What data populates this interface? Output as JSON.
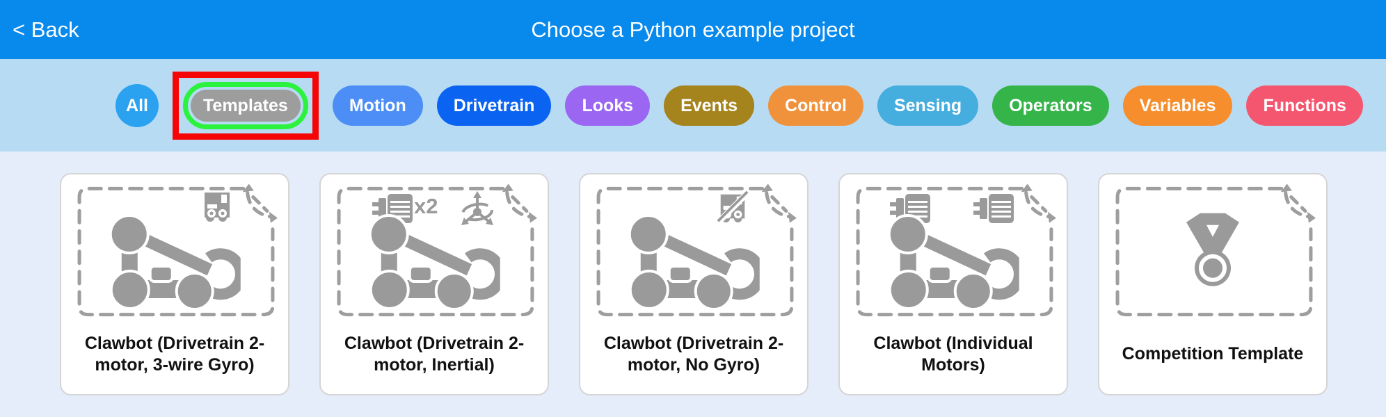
{
  "header": {
    "bg": "#0889ec",
    "back_label": "< Back",
    "title": "Choose a Python example project"
  },
  "filter_bar": {
    "bg": "#b6dbf3",
    "pills": [
      {
        "label": "All",
        "color": "#2aa2f0",
        "selected": false
      },
      {
        "label": "Templates",
        "color": "#9d9d9d",
        "selected": true,
        "selection_ring_color": "#2bf23c",
        "annotation_box_color": "#f50505"
      },
      {
        "label": "Motion",
        "color": "#4c8ef5",
        "selected": false
      },
      {
        "label": "Drivetrain",
        "color": "#0b63f2",
        "selected": false
      },
      {
        "label": "Looks",
        "color": "#9a66f2",
        "selected": false
      },
      {
        "label": "Events",
        "color": "#a5831d",
        "selected": false
      },
      {
        "label": "Control",
        "color": "#f0923c",
        "selected": false
      },
      {
        "label": "Sensing",
        "color": "#45aede",
        "selected": false
      },
      {
        "label": "Operators",
        "color": "#35b44a",
        "selected": false
      },
      {
        "label": "Variables",
        "color": "#f78e2d",
        "selected": false
      },
      {
        "label": "Functions",
        "color": "#f4566f",
        "selected": false
      }
    ]
  },
  "main": {
    "bg": "#e4edf9",
    "icon_color": "#9a9a9a",
    "cards": [
      {
        "label": "Clawbot (Drivetrain 2-motor, 3-wire Gyro)",
        "badges": [
          "3-wire-gyro-sensor"
        ]
      },
      {
        "label": "Clawbot (Drivetrain 2-motor, Inertial)",
        "badges": [
          "motor-x2",
          "inertial-sensor"
        ],
        "motor_count_label": "x2"
      },
      {
        "label": "Clawbot (Drivetrain 2-motor, No Gyro)",
        "badges": [
          "no-gyro-sensor"
        ]
      },
      {
        "label": "Clawbot (Individual Motors)",
        "badges": [
          "motor",
          "motor"
        ]
      },
      {
        "label": "Competition Template",
        "badges": []
      }
    ]
  }
}
